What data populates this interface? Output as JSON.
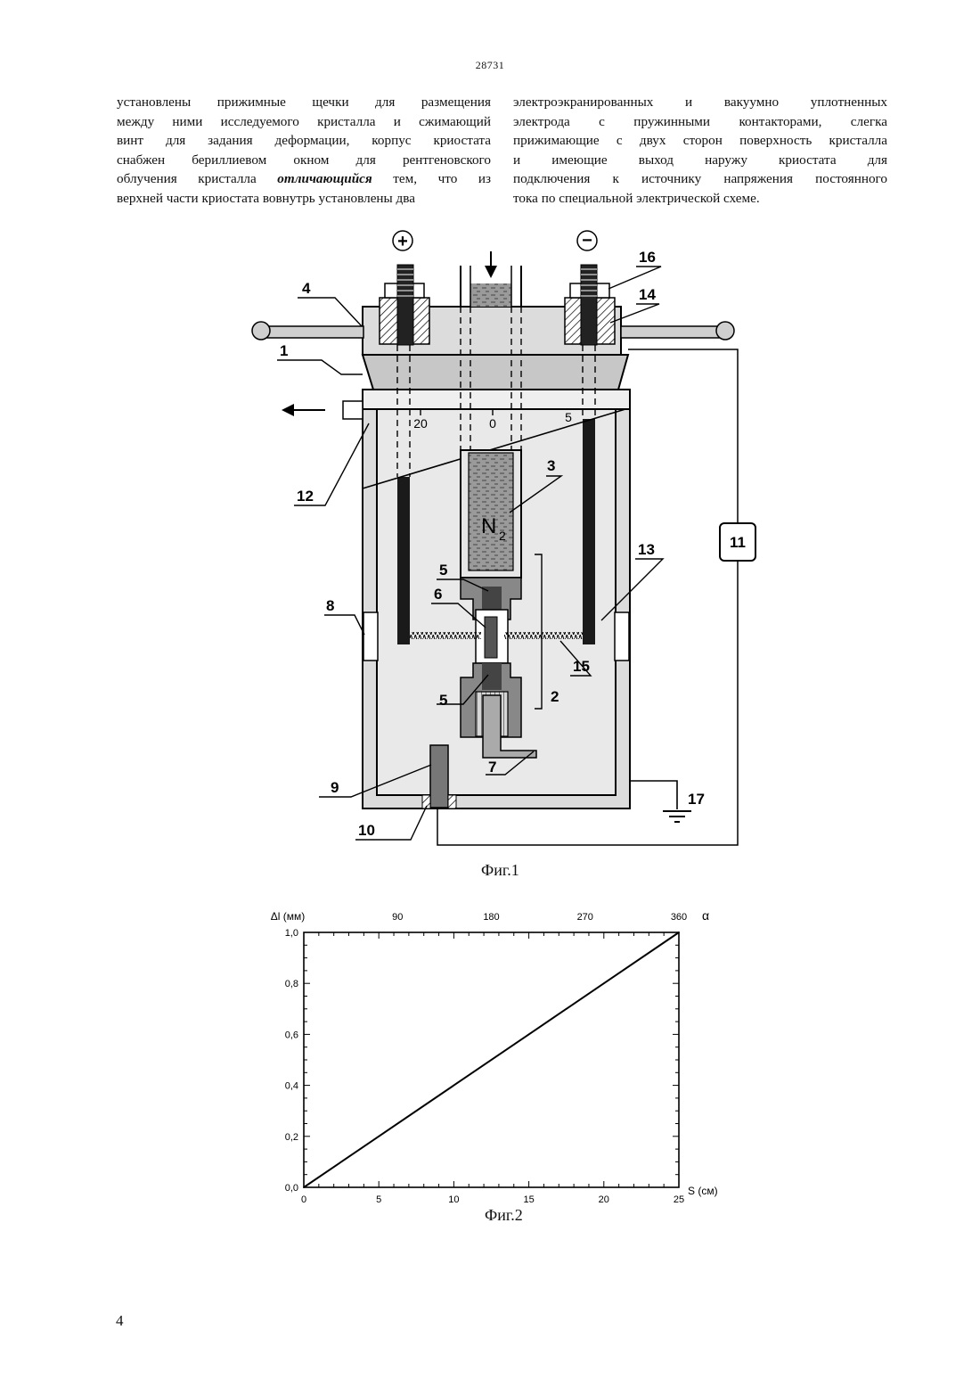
{
  "header": {
    "patent_number": "28731"
  },
  "text": {
    "left_lines": [
      "установлены прижимные щечки для размещения",
      "между ними исследуемого кристалла и сжимающий",
      "винт для задания деформации, корпус криостата",
      "снабжен бериллиевом окном для рентгеновского",
      [
        "облучения кристалла ",
        "отличающийся",
        " тем, что из"
      ],
      "верхней части криостата вовнутрь установлены два"
    ],
    "right_lines": [
      "электроэкранированных и вакуумно уплотненных",
      "электрода с пружинными контакторами, слегка",
      "прижимающие с двух сторон поверхность кристалла",
      "и имеющие выход наружу криостата для",
      "подключения к источнику напряжения постоянного",
      "тока по специальной электрической схеме."
    ]
  },
  "figure1": {
    "caption": "Фиг.1",
    "plus_sign": "+",
    "minus_sign": "−",
    "scale_labels": [
      "20",
      "0",
      "5"
    ],
    "nitrogen_label": "N",
    "nitrogen_subscript": "2",
    "box_label": "11",
    "labels": {
      "l1": "1",
      "l2": "2",
      "l3": "3",
      "l4": "4",
      "l5a": "5",
      "l5b": "5",
      "l6": "6",
      "l7": "7",
      "l8": "8",
      "l9": "9",
      "l10": "10",
      "l12": "12",
      "l13": "13",
      "l14": "14",
      "l15": "15",
      "l16": "16",
      "l17": "17"
    }
  },
  "figure2": {
    "caption": "Фиг.2",
    "colors": {
      "line": "#000000",
      "axes": "#000000"
    }
  },
  "chart_data": {
    "type": "line",
    "title": "",
    "xlabel": "S (см)",
    "ylabel": "Δl (мм)",
    "x2label": "α",
    "xlim": [
      0,
      25
    ],
    "ylim": [
      0.0,
      1.0
    ],
    "x_ticks": [
      "0",
      "5",
      "10",
      "15",
      "20",
      "25"
    ],
    "x_tick_values": [
      0,
      5,
      10,
      15,
      20,
      25
    ],
    "y_ticks": [
      "0,0",
      "0,2",
      "0,4",
      "0,6",
      "0,8",
      "1,0"
    ],
    "y_tick_values": [
      0,
      0.2,
      0.4,
      0.6,
      0.8,
      1.0
    ],
    "x2_ticks": [
      "90",
      "180",
      "270",
      "360"
    ],
    "x2_tick_values": [
      90,
      180,
      270,
      360
    ],
    "x2lim": [
      0,
      360
    ],
    "grid": false,
    "series": [
      {
        "x": [
          0,
          5,
          10,
          15,
          20,
          25
        ],
        "y": [
          0,
          0.2,
          0.4,
          0.6,
          0.8,
          1.0
        ]
      }
    ]
  },
  "footer": {
    "page_number": "4"
  }
}
